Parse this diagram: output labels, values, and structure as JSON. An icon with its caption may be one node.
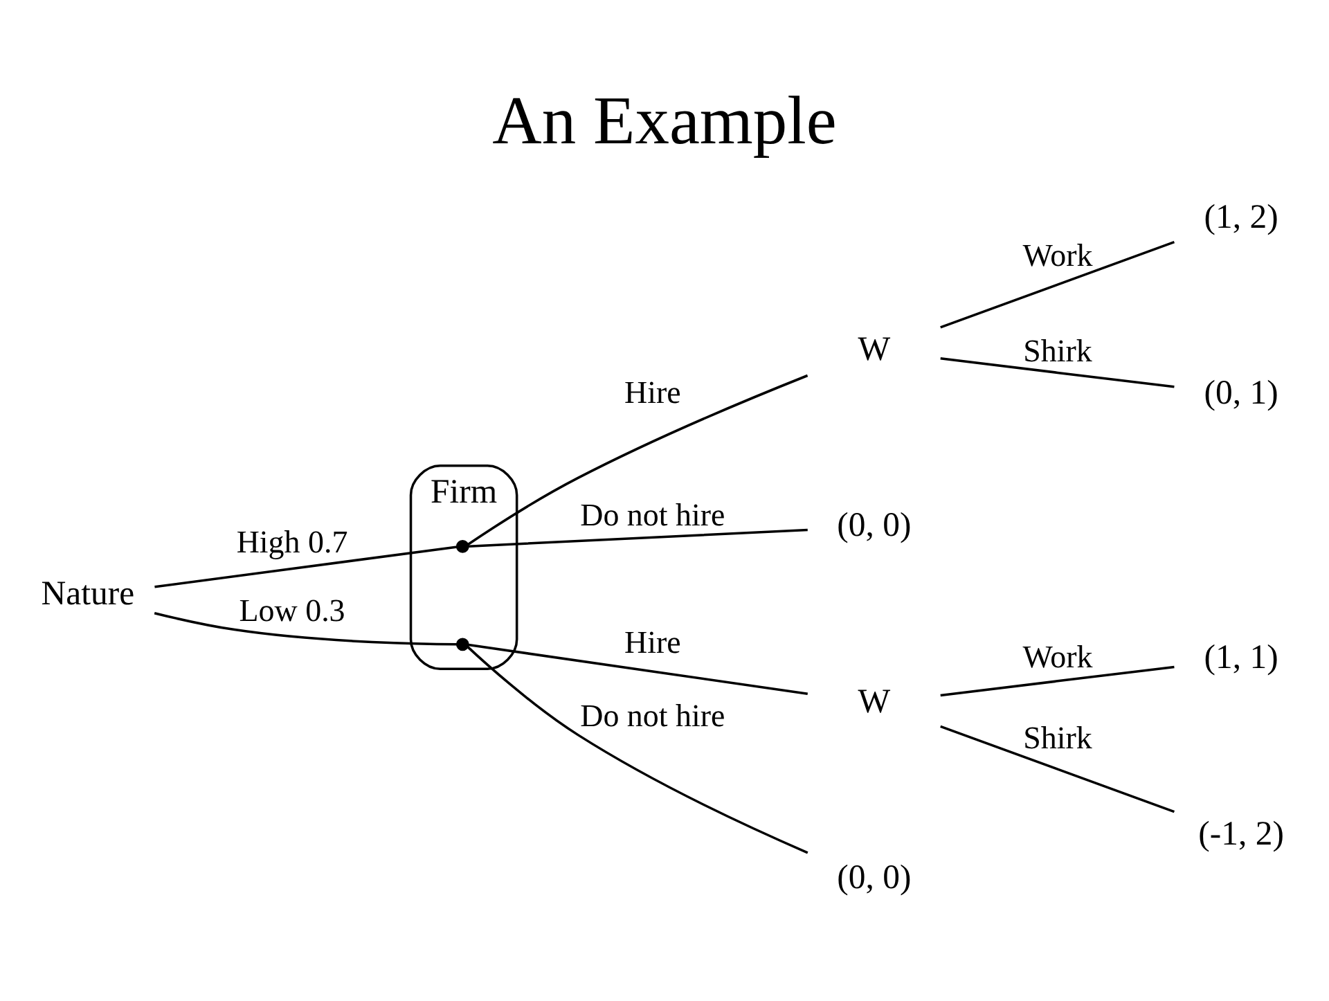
{
  "diagram": {
    "title": "An Example",
    "nodes": [
      {
        "text": [
          "Nature"
        ]
      },
      {
        "text": [
          "Firm"
        ]
      },
      {
        "text": [],
        "shape": "point",
        "in": 1
      },
      {
        "text": [],
        "shape": "point",
        "in": 1
      },
      {
        "text": [
          "W"
        ]
      },
      {
        "text": [
          "(1, 2)"
        ]
      },
      {
        "text": [
          "(0, 1)"
        ]
      },
      {
        "text": [
          "(0, 0)"
        ]
      },
      {
        "text": [
          "W"
        ]
      },
      {
        "text": [
          "(1, 1)"
        ]
      },
      {
        "text": [
          "(-1, 2)"
        ]
      },
      {
        "text": [
          "(0, 0)"
        ]
      }
    ],
    "edges": [
      {
        "from": 0,
        "to": 2,
        "arrow": "none",
        "label": "High 0.7"
      },
      {
        "from": 0,
        "to": 3,
        "arrow": "none",
        "label": "Low 0.3"
      },
      {
        "from": 2,
        "to": 4,
        "arrow": "none",
        "label": "Hire"
      },
      {
        "from": 2,
        "to": 7,
        "arrow": "none",
        "label": "Do not hire"
      },
      {
        "from": 4,
        "to": 5,
        "arrow": "none",
        "label": "Work"
      },
      {
        "from": 4,
        "to": 6,
        "arrow": "none",
        "label": "Shirk"
      },
      {
        "from": 3,
        "to": 8,
        "arrow": "none",
        "label": "Hire"
      },
      {
        "from": 3,
        "to": 11,
        "arrow": "none",
        "label": "Do not hire"
      },
      {
        "from": 8,
        "to": 9,
        "arrow": "none",
        "label": "Work"
      },
      {
        "from": 8,
        "to": 10,
        "arrow": "none",
        "label": "Shirk"
      }
    ]
  }
}
